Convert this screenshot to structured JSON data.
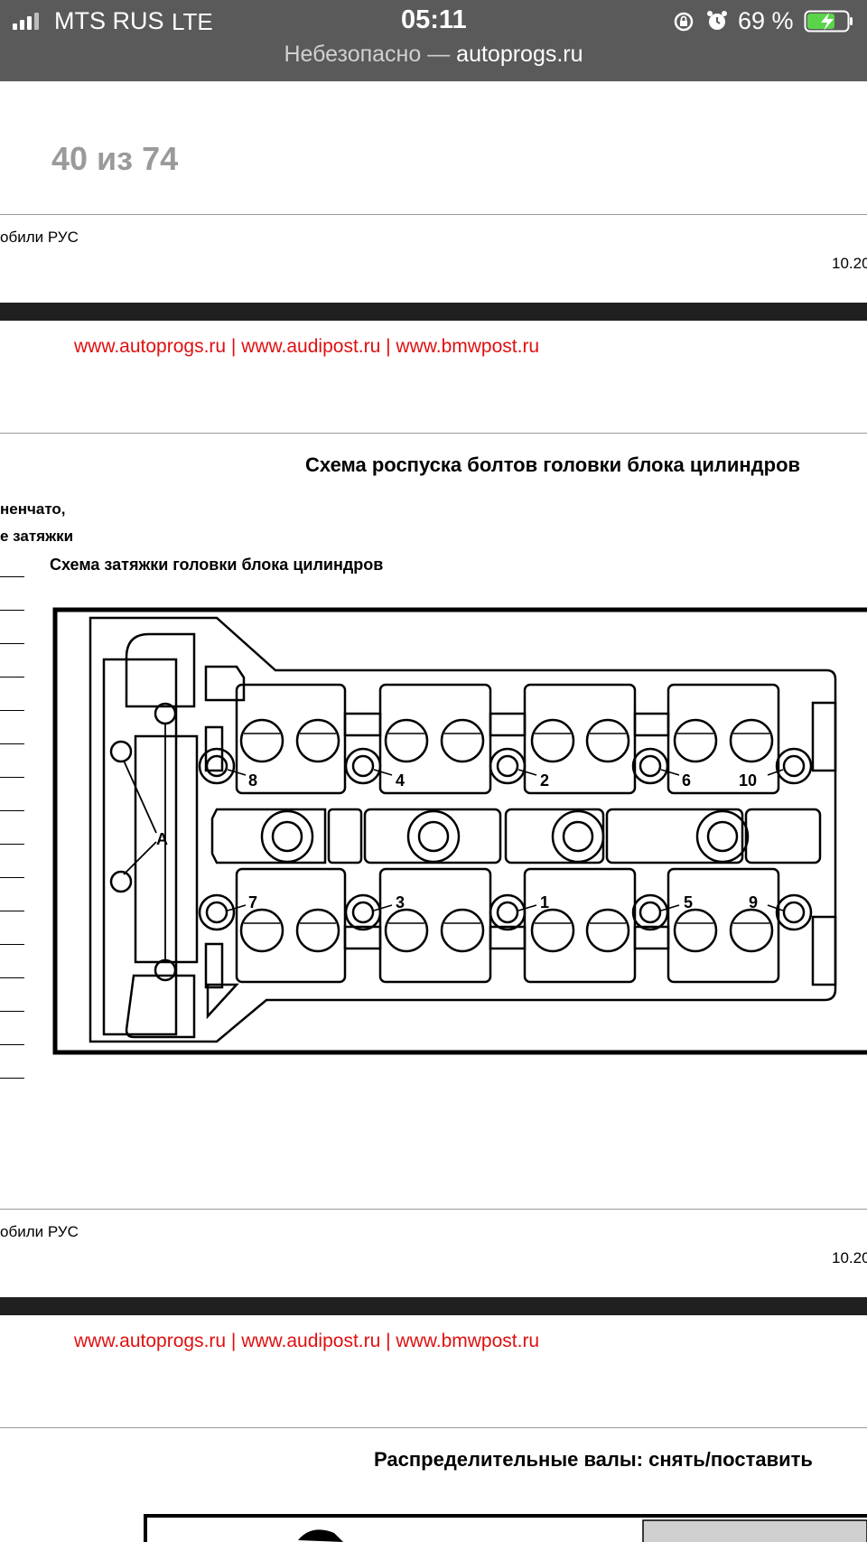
{
  "status_bar": {
    "carrier": "MTS RUS",
    "network": "LTE",
    "time": "05:11",
    "battery": "69 %",
    "url_prefix": "Небезопасно —",
    "url_domain": "autoprogs.ru",
    "icons": [
      "signal-icon",
      "rotation-lock-icon",
      "alarm-icon",
      "battery-charging-icon"
    ]
  },
  "viewer": {
    "page_counter": "40 из 74"
  },
  "pages": [
    {
      "header_left": "обили РУС",
      "header_right": "10.20",
      "links": "www.autoprogs.ru | www.audipost.ru | www.bmwpost.ru",
      "section_title": "Схема роспуска болтов головки блока цилиндров",
      "side_text_1": "ненчато,",
      "side_text_2": "е затяжки",
      "figure_caption": "Схема затяжки головки блока цилиндров",
      "figure_labels": {
        "bolts_top": [
          "8",
          "4",
          "2",
          "6",
          "10"
        ],
        "bolts_bottom": [
          "7",
          "3",
          "1",
          "5",
          "9"
        ],
        "marker": "A"
      }
    },
    {
      "header_left": "обили РУС",
      "header_right": "10.20",
      "links": "www.autoprogs.ru | www.audipost.ru | www.bmwpost.ru",
      "section_title": "Распределительные валы: снять/поставить"
    }
  ],
  "colors": {
    "status_bg": "#5a5a5a",
    "link_red": "#e01010",
    "bar_black": "#202020"
  }
}
